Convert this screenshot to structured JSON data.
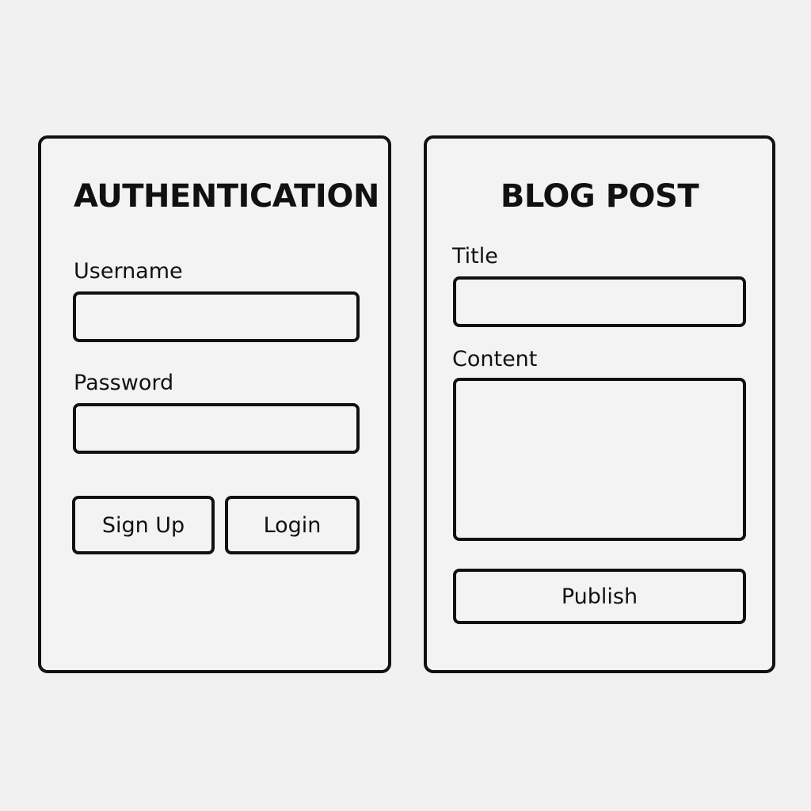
{
  "auth": {
    "heading": "AUTHENTICATION",
    "username": {
      "label": "Username",
      "value": "",
      "placeholder": ""
    },
    "password": {
      "label": "Password",
      "value": "",
      "placeholder": ""
    },
    "signup_label": "Sign Up",
    "login_label": "Login"
  },
  "blog": {
    "heading": "BLOG POST",
    "title_field": {
      "label": "Title",
      "value": "",
      "placeholder": ""
    },
    "content_field": {
      "label": "Content",
      "value": "",
      "placeholder": ""
    },
    "publish_label": "Publish"
  },
  "colors": {
    "background": "#f1f1f1",
    "stroke": "#111111",
    "panel_fill": "#f3f3f3"
  }
}
